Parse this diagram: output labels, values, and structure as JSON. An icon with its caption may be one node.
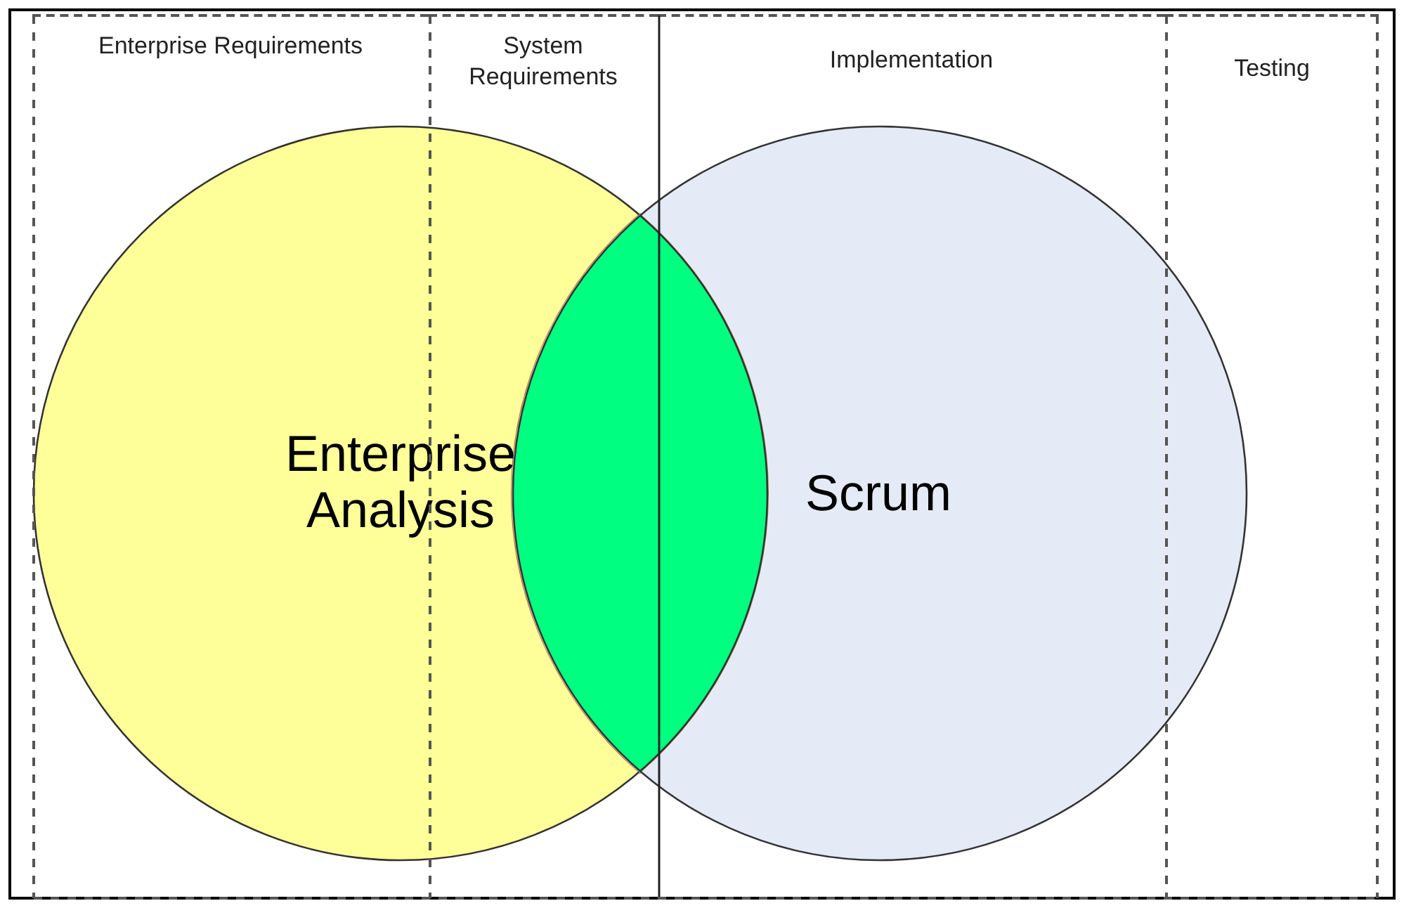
{
  "diagram": {
    "nodes": [
      {
        "text": [
          "Enterprise Requirements"
        ]
      },
      {
        "text": [
          "System Requirements"
        ]
      },
      {
        "text": [
          "Implementation"
        ]
      },
      {
        "text": [
          "Testing"
        ]
      },
      {
        "text": [
          "Enterprise Analysis"
        ]
      },
      {
        "text": [
          "Scrum"
        ]
      }
    ],
    "edges": []
  }
}
